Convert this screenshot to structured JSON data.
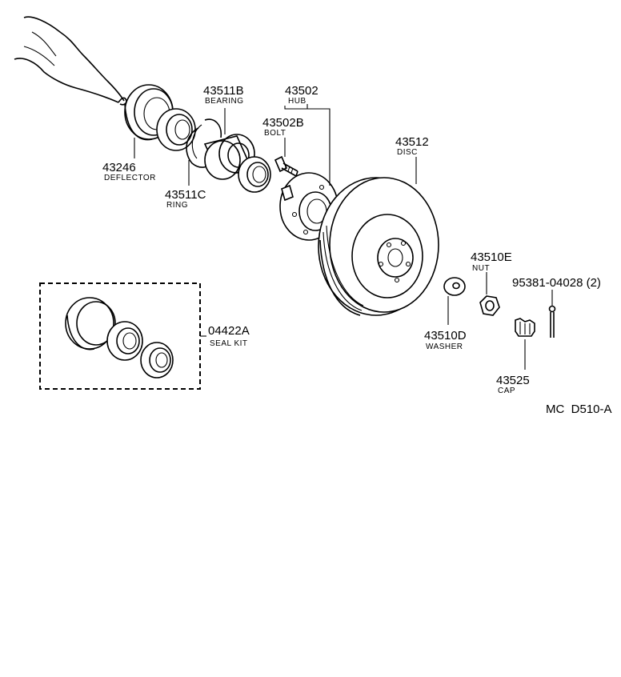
{
  "parts": {
    "deflector": {
      "number": "43246",
      "name": "DEFLECTOR"
    },
    "bearing": {
      "number": "43511B",
      "name": "BEARING"
    },
    "ring": {
      "number": "43511C",
      "name": "RING"
    },
    "hub": {
      "number": "43502",
      "name": "HUB"
    },
    "bolt": {
      "number": "43502B",
      "name": "BOLT"
    },
    "disc": {
      "number": "43512",
      "name": "DISC"
    },
    "nut": {
      "number": "43510E",
      "name": "NUT"
    },
    "washer": {
      "number": "43510D",
      "name": "WASHER"
    },
    "cap": {
      "number": "43525",
      "name": "CAP"
    },
    "pin": {
      "number": "95381-04028 (2)"
    },
    "seal_kit": {
      "number": "04422A",
      "name": "SEAL KIT"
    }
  },
  "diagram_code": "MC  D510-A"
}
